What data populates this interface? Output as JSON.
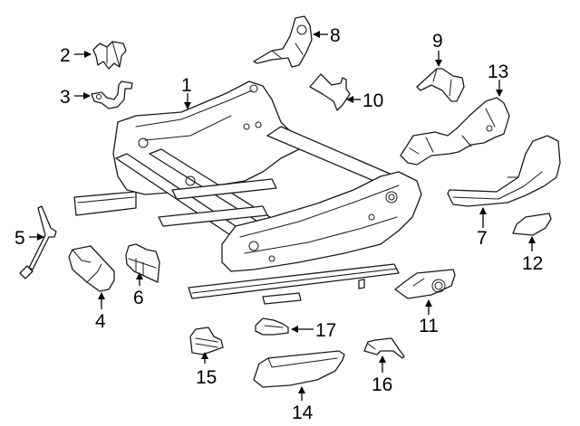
{
  "diagram": {
    "type": "exploded-parts-diagram",
    "subject": "seat track / adjuster assembly",
    "colors": {
      "line": "#1a1a1a",
      "background": "#ffffff"
    },
    "callouts": [
      {
        "id": "1",
        "label": "1"
      },
      {
        "id": "2",
        "label": "2"
      },
      {
        "id": "3",
        "label": "3"
      },
      {
        "id": "4",
        "label": "4"
      },
      {
        "id": "5",
        "label": "5"
      },
      {
        "id": "6",
        "label": "6"
      },
      {
        "id": "7",
        "label": "7"
      },
      {
        "id": "8",
        "label": "8"
      },
      {
        "id": "9",
        "label": "9"
      },
      {
        "id": "10",
        "label": "10"
      },
      {
        "id": "11",
        "label": "11"
      },
      {
        "id": "12",
        "label": "12"
      },
      {
        "id": "13",
        "label": "13"
      },
      {
        "id": "14",
        "label": "14"
      },
      {
        "id": "15",
        "label": "15"
      },
      {
        "id": "16",
        "label": "16"
      },
      {
        "id": "17",
        "label": "17"
      }
    ]
  }
}
